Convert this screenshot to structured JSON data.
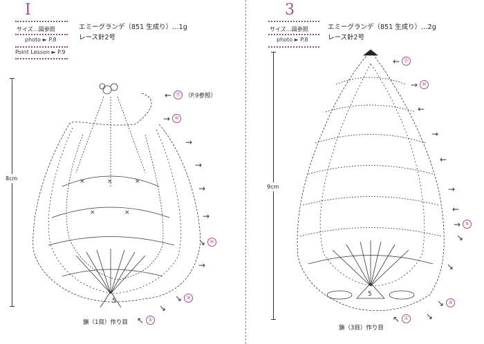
{
  "left": {
    "pattern_number": "I",
    "size_label": "サイズ…図参照",
    "photo_label": "photo",
    "photo_page": "P.8",
    "lesson_label": "Point Lesson",
    "lesson_page": "P.9",
    "yarn_line": "エミーグランデ（851 生成り）…1g",
    "hook_line": "レース針2号",
    "height_label": "8cm",
    "center_count": "5",
    "start_label": "鎖（1目）作り目",
    "row_markers": [
      {
        "num": "①",
        "note": ""
      },
      {
        "num": "③",
        "note": ""
      },
      {
        "num": "⑤",
        "note": ""
      },
      {
        "num": "⑩",
        "note": ""
      },
      {
        "num": "⑪",
        "note": "（P.9参照）"
      }
    ]
  },
  "right": {
    "pattern_number": "3",
    "size_label": "サイズ…図参照",
    "photo_label": "photo",
    "photo_page": "P.8",
    "yarn_line": "エミーグランデ（851 生成り）…2g",
    "hook_line": "レース針2号",
    "height_label": "9cm",
    "center_count": "5",
    "start_label": "鎖（3目）作り目",
    "row_markers": [
      {
        "num": "①",
        "note": ""
      },
      {
        "num": "③",
        "note": ""
      },
      {
        "num": "⑤",
        "note": ""
      },
      {
        "num": "⑩",
        "note": ""
      },
      {
        "num": "⑪",
        "note": ""
      }
    ]
  },
  "icons": {
    "row_arrow": "arrow-right-icon",
    "pointer": "pointer-arrow-icon"
  }
}
